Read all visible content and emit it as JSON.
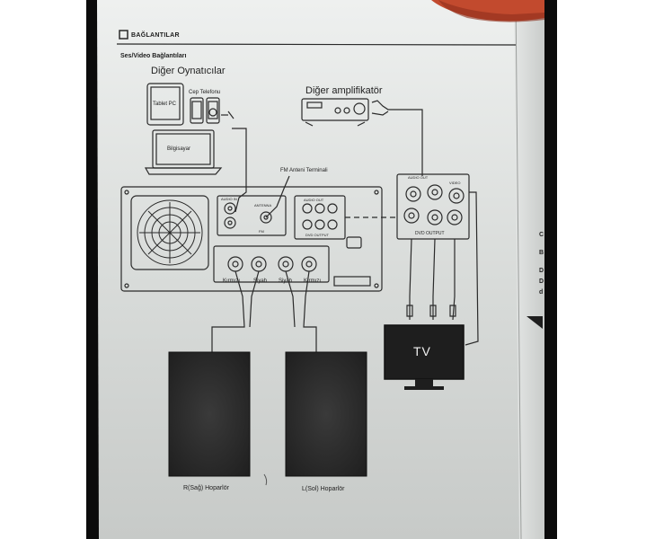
{
  "header": {
    "title": "BAĞLANTILAR",
    "subtitle": "Ses/Video Bağlantıları"
  },
  "devices": {
    "other_players_label": "Diğer Oynatıcılar",
    "tablet_label": "Tablet PC",
    "phone_label": "Cep Telefonu",
    "computer_label": "Bilgisayar",
    "amplifier_label": "Diğer amplifikatör",
    "fm_terminal_label": "FM Anteni Terminali"
  },
  "panel_labels": {
    "audio_in": "AUDIO IN",
    "antenna": "ANTENNA",
    "fm": "FM",
    "audio_out": "AUDIO OUT",
    "dvd_output": "DVD OUTPUT",
    "red_left": "Kırmızı",
    "black_left": "Siyah",
    "black_right": "Siyah",
    "red_right": "Kırmızı"
  },
  "dvd_box": {
    "audio_out": "AUDIO OUT",
    "video": "VIDEO",
    "dvd_output": "DVD OUTPUT"
  },
  "tv_label": "TV",
  "speakers": {
    "right": "R(Sağ) Hoparlör",
    "left": "L(Sol) Hoparlör"
  },
  "margin_letters": [
    "C",
    "B",
    "D",
    "D",
    "d"
  ],
  "colors": {
    "paper": "#d9dcda",
    "ink": "#2a2a2a",
    "speaker": "#2b2b2b",
    "background": "#ffffff",
    "shadow": "#0a0a0a"
  }
}
